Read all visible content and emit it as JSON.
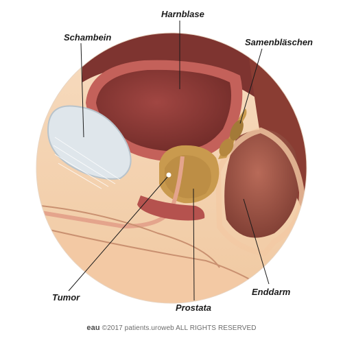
{
  "labels": {
    "harnblase": "Harnblase",
    "schambein": "Schambein",
    "samenblaeschen": "Samenbläschen",
    "tumor": "Tumor",
    "prostata": "Prostata",
    "enddarm": "Enddarm"
  },
  "footer": {
    "logo": "eau",
    "copyright": "©2017 patients.uroweb ALL RIGHTS RESERVED"
  },
  "colors": {
    "skin": "#f3c9a4",
    "fat": "#f6d9b0",
    "bladder_wall": "#b5524e",
    "bladder_inner": "#8e3a36",
    "prostate": "#c99a4e",
    "bone": "#dce3e8",
    "rectum": "#a85a4a"
  }
}
